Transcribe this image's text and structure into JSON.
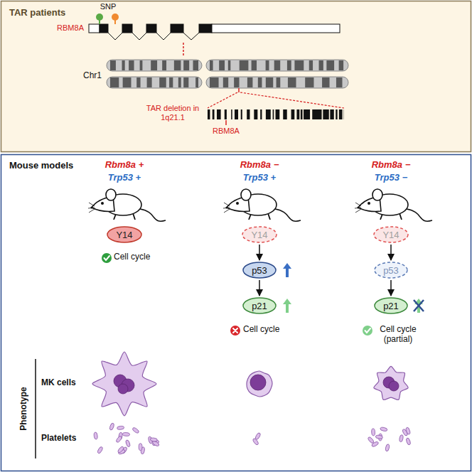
{
  "diagram": {
    "nodes": [
      {
        "text": [
          "TAR patients"
        ]
      },
      {
        "text": [
          "Mouse models"
        ]
      },
      {
        "text": [
          "Y14"
        ],
        "in": 1
      },
      {
        "text": [
          "Y14"
        ],
        "in": 1
      },
      {
        "text": [
          "p53"
        ],
        "in": 1
      },
      {
        "text": [
          "p21"
        ],
        "in": 1
      },
      {
        "text": [
          "Y14"
        ],
        "in": 1
      },
      {
        "text": [
          "p53"
        ],
        "in": 1
      },
      {
        "text": [
          "p21"
        ],
        "in": 1
      }
    ],
    "edges": [
      {
        "from": 3,
        "to": 4,
        "arrow": "to"
      },
      {
        "from": 4,
        "to": 5,
        "arrow": "to"
      },
      {
        "from": 6,
        "to": 7,
        "arrow": "to"
      },
      {
        "from": 7,
        "to": 8,
        "arrow": "to"
      }
    ],
    "labels": [
      "SNP",
      "RBM8A",
      "Chr1",
      "TAR deletion in 1q21.1",
      "RBM8A",
      "Rbm8a +",
      "Trp53 +",
      "Rbm8a −",
      "Trp53 +",
      "Rbm8a −",
      "Trp53 −",
      "Cell cycle",
      "Cell cycle",
      "Cell cycle (partial)",
      "Phenotype",
      "MK cells",
      "Platelets"
    ]
  }
}
